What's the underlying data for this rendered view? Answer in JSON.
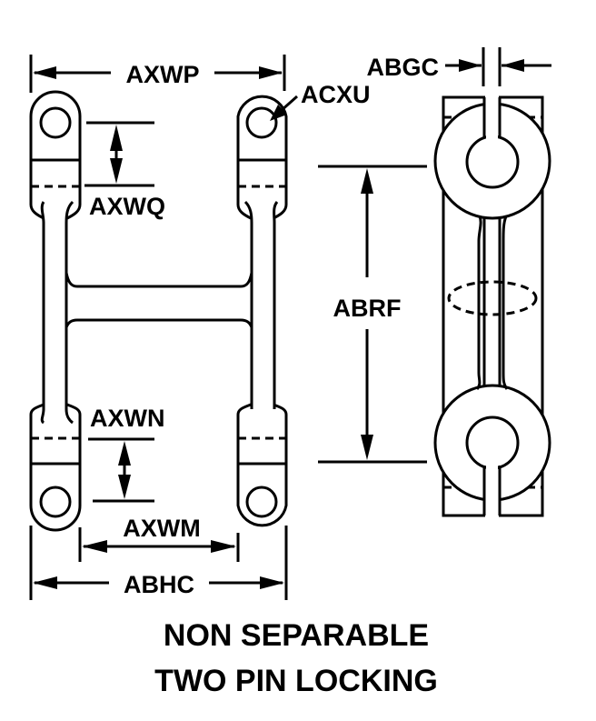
{
  "dimensions": {
    "axwp": "AXWP",
    "acxu": "ACXU",
    "axwq": "AXWQ",
    "axwn": "AXWN",
    "axwm": "AXWM",
    "abhc": "ABHC",
    "abgc": "ABGC",
    "abrf": "ABRF"
  },
  "caption": {
    "line1": "NON SEPARABLE",
    "line2": "TWO PIN LOCKING"
  }
}
